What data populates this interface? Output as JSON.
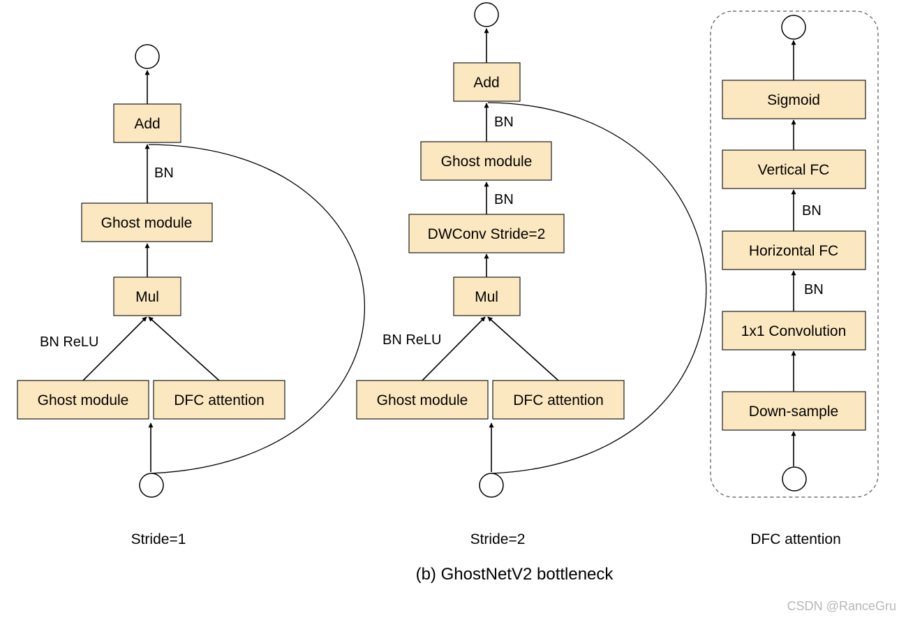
{
  "panels": {
    "stride1": {
      "caption": "Stride=1",
      "boxes": {
        "add": "Add",
        "ghost_top": "Ghost module",
        "mul": "Mul",
        "ghost_bottom": "Ghost module",
        "dfc": "DFC attention"
      },
      "labels": {
        "bn": "BN",
        "bn_relu": "BN ReLU"
      }
    },
    "stride2": {
      "caption": "Stride=2",
      "boxes": {
        "add": "Add",
        "ghost_top": "Ghost module",
        "dwconv": "DWConv Stride=2",
        "mul": "Mul",
        "ghost_bottom": "Ghost module",
        "dfc": "DFC attention"
      },
      "labels": {
        "bn_top": "BN",
        "bn_mid": "BN",
        "bn_relu": "BN ReLU"
      }
    },
    "dfc": {
      "caption": "DFC attention",
      "boxes": {
        "sigmoid": "Sigmoid",
        "vertical_fc": "Vertical FC",
        "horizontal_fc": "Horizontal FC",
        "conv1x1": "1x1 Convolution",
        "downsample": "Down-sample"
      },
      "labels": {
        "bn_upper": "BN",
        "bn_lower": "BN"
      }
    }
  },
  "title": "(b) GhostNetV2 bottleneck",
  "watermark": "CSDN @RanceGru",
  "colors": {
    "box_fill": "#fce8c0",
    "box_stroke": "#1a1a1a"
  }
}
